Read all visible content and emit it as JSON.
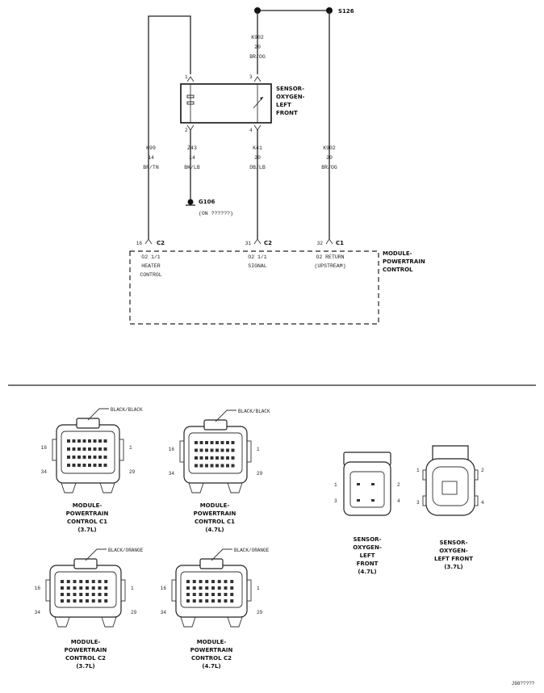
{
  "splice": {
    "label": "S126"
  },
  "sensor_box": {
    "label_lines": [
      "SENSOR-",
      "OXYGEN-",
      "LEFT",
      "FRONT"
    ],
    "pins": {
      "top_left": "1",
      "top_right": "3",
      "bottom_left": "2",
      "bottom_right": "4"
    }
  },
  "wires": {
    "k902_top": [
      "K902",
      "20",
      "BR/OG"
    ],
    "k99": [
      "K99",
      "14",
      "BR/TN"
    ],
    "z43": [
      "Z43",
      "14",
      "BK/LB"
    ],
    "k41": [
      "K41",
      "20",
      "DB/LB"
    ],
    "k902_right": [
      "K902",
      "20",
      "BR/OG"
    ]
  },
  "ground": {
    "label": "G106",
    "note": "(ON ??????)"
  },
  "pcm": {
    "label_lines": [
      "MODULE-",
      "POWERTRAIN",
      "CONTROL"
    ],
    "pins": [
      {
        "num": "16",
        "conn": "C2",
        "desc": [
          "O2 1/1",
          "HEATER",
          "CONTROL"
        ]
      },
      {
        "num": "31",
        "conn": "C2",
        "desc": [
          "O2 1/1",
          "SIGNAL"
        ]
      },
      {
        "num": "32",
        "conn": "C1",
        "desc": [
          "O2 RETURN",
          "(UPSTREAM)"
        ]
      }
    ]
  },
  "connector_views": [
    {
      "tag": "BLACK/BLACK",
      "caption": [
        "MODULE-",
        "POWERTRAIN",
        "CONTROL C1",
        "(3.7L)"
      ],
      "pins": [
        "16",
        "1",
        "34",
        "29"
      ]
    },
    {
      "tag": "BLACK/BLACK",
      "caption": [
        "MODULE-",
        "POWERTRAIN",
        "CONTROL C1",
        "(4.7L)"
      ],
      "pins": [
        "16",
        "1",
        "34",
        "29"
      ]
    },
    {
      "tag": "BLACK/ORANGE",
      "caption": [
        "MODULE-",
        "POWERTRAIN",
        "CONTROL C2",
        "(3.7L)"
      ],
      "pins": [
        "16",
        "1",
        "34",
        "29"
      ]
    },
    {
      "tag": "BLACK/ORANGE",
      "caption": [
        "MODULE-",
        "POWERTRAIN",
        "CONTROL C2",
        "(4.7L)"
      ],
      "pins": [
        "16",
        "1",
        "34",
        "29"
      ]
    },
    {
      "tag": "",
      "caption": [
        "SENSOR-",
        "OXYGEN-",
        "LEFT",
        "FRONT",
        "(4.7L)"
      ],
      "pins": [
        "1",
        "2",
        "3",
        "4"
      ]
    },
    {
      "tag": "",
      "caption": [
        "SENSOR-",
        "OXYGEN-",
        "LEFT FRONT",
        "(3.7L)"
      ],
      "pins": [
        "1",
        "2",
        "3",
        "4"
      ]
    }
  ],
  "figure_id": "J98?????"
}
